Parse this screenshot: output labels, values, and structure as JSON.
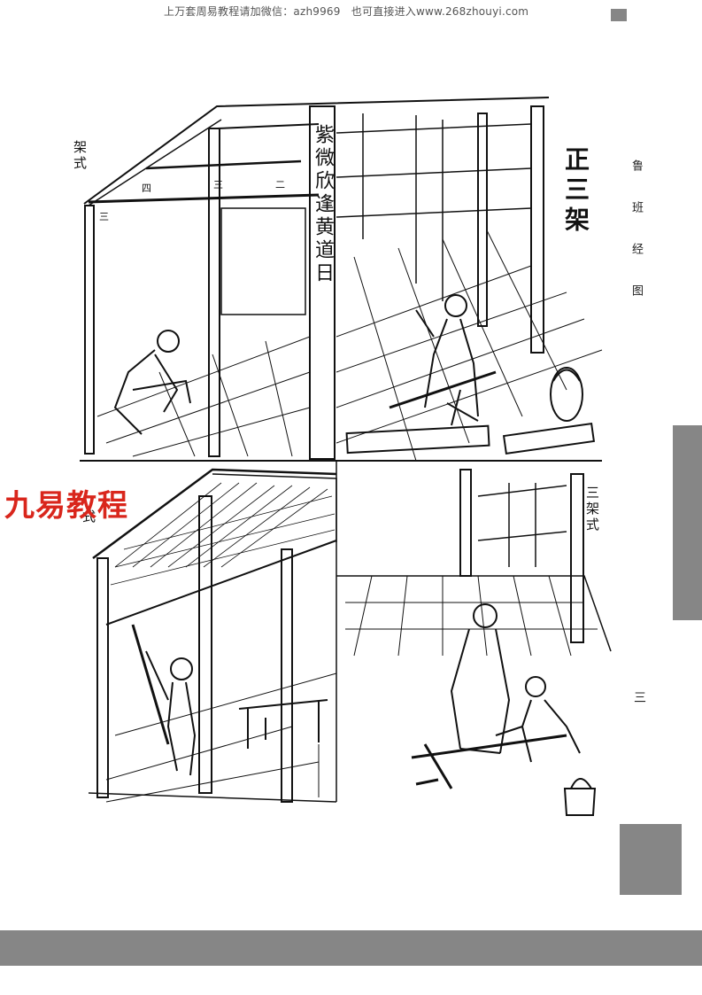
{
  "header": {
    "notice": "上万套周易教程请加微信：azh9969　也可直接进入www.268zhouyi.com"
  },
  "figure_upper": {
    "title": "正三架",
    "scroll_text": "紫微欣逢黄道日",
    "caption_left": "架式",
    "beam_numbers": [
      "四",
      "三",
      "二"
    ],
    "post_number": "三"
  },
  "figure_lower": {
    "caption_right": "三架式",
    "caption_left": "式"
  },
  "side_margin": {
    "column_text": "鲁班经图",
    "page_marker": "三"
  },
  "watermark": {
    "text": "九易教程",
    "color": "#d9261c"
  }
}
